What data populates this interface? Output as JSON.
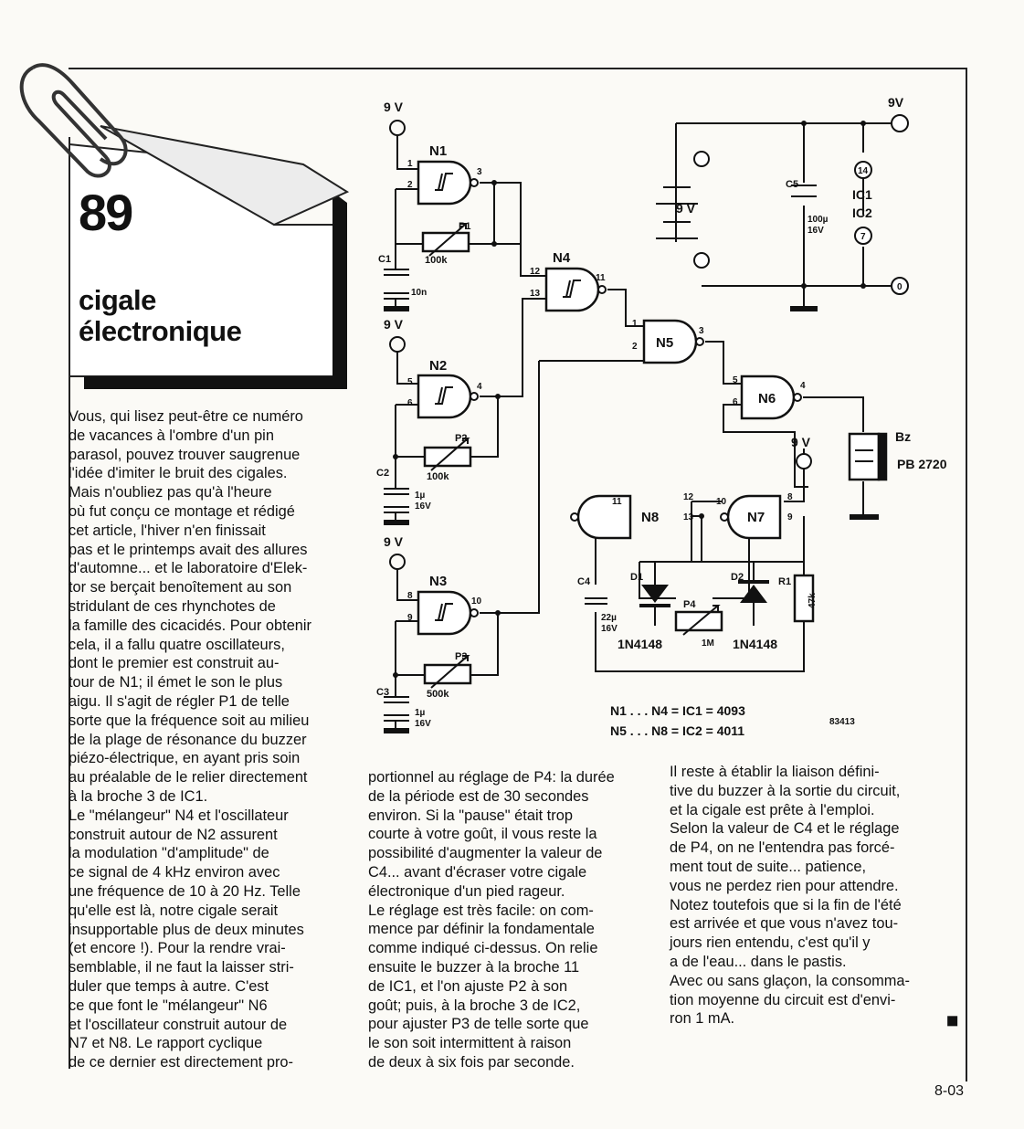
{
  "article": {
    "number": "89",
    "title_line1": "cigale",
    "title_line2": "électronique",
    "page_number": "8-03",
    "end_mark": "◼",
    "col1": "Vous, qui lisez peut-être ce numéro\nde vacances à l'ombre d'un pin\nparasol, pouvez trouver saugrenue\nl'idée d'imiter le bruit des cigales.\nMais n'oubliez pas qu'à l'heure\noù fut conçu ce montage et rédigé\ncet article, l'hiver n'en finissait\npas et le printemps avait des allures\nd'automne... et le laboratoire d'Elek-\ntor se berçait benoîtement au son\nstridulant de ces rhynchotes de\nla famille des cicacidés. Pour obtenir\ncela, il a fallu quatre oscillateurs,\ndont le premier est construit au-\ntour de N1; il émet le son le plus\naigu. Il s'agit de régler P1 de telle\nsorte que la fréquence soit au milieu\nde la plage de résonance du buzzer\npiézo-électrique, en ayant pris soin\nau préalable de le relier directement\nà la broche 3 de IC1.\nLe \"mélangeur\" N4 et l'oscillateur\nconstruit autour de N2 assurent\nla modulation \"d'amplitude\" de\nce signal de 4 kHz environ avec\nune fréquence de 10 à 20 Hz. Telle\nqu'elle est là, notre cigale serait\ninsupportable plus de deux minutes\n(et encore !). Pour la rendre vrai-\nsemblable, il ne faut la laisser stri-\nduler que temps à autre. C'est\nce que font le \"mélangeur\" N6\net l'oscillateur construit autour de\nN7 et N8. Le rapport cyclique\nde ce dernier est directement pro-",
    "col2": "portionnel au réglage de P4: la durée\nde la période est de 30 secondes\nenviron. Si la \"pause\" était trop\ncourte à votre goût, il vous reste la\npossibilité d'augmenter la valeur de\nC4... avant d'écraser votre cigale\nélectronique d'un pied rageur.\nLe réglage est très facile: on com-\nmence par définir la fondamentale\ncomme indiqué ci-dessus. On relie\nensuite le buzzer à la broche 11\nde IC1, et l'on ajuste P2 à son\ngoût; puis, à la broche 3 de IC2,\npour ajuster P3 de telle sorte que\nle son soit intermittent à raison\nde deux à six fois par seconde.",
    "col3": "Il reste à établir la liaison défini-\ntive du buzzer à la sortie du circuit,\net la cigale est prête à l'emploi.\nSelon la valeur de C4 et le réglage\nde P4, on ne l'entendra pas forcé-\nment tout de suite... patience,\nvous ne perdez rien pour attendre.\nNotez toutefois que si la fin de l'été\nest arrivée et que vous n'avez tou-\njours rien entendu, c'est qu'il y\na de l'eau... dans le pastis.\nAvec ou sans glaçon, la consomma-\ntion moyenne du circuit est d'envi-\nron 1 mA."
  },
  "schematic": {
    "supply": "9 V",
    "supply_top": "9V",
    "gates": [
      "N1",
      "N2",
      "N3",
      "N4",
      "N5",
      "N6",
      "N7",
      "N8"
    ],
    "resistors": {
      "P1": "100k",
      "P2": "100k",
      "P3": "500k",
      "P4": "1M",
      "R1": "47k"
    },
    "capacitors": {
      "C1": "10n",
      "C2_value": "1µ",
      "C2_voltage": "16V",
      "C3_value": "1µ",
      "C3_voltage": "16V",
      "C4_value": "22µ",
      "C4_voltage": "16V",
      "C5_value": "100µ",
      "C5_voltage": "16V"
    },
    "diodes": {
      "D1": "1N4148",
      "D2": "1N4148"
    },
    "buzzer": {
      "label": "Bz",
      "part": "PB 2720"
    },
    "ic_labels": [
      "IC1",
      "IC2"
    ],
    "pins": {
      "vcc": "14",
      "gnd": "7",
      "zero": "0"
    },
    "ic_note1": "N1 . . . N4 = IC1 = 4093",
    "ic_note2": "N5 . . . N8 = IC2 = 4011",
    "drawing_number": "83413"
  }
}
